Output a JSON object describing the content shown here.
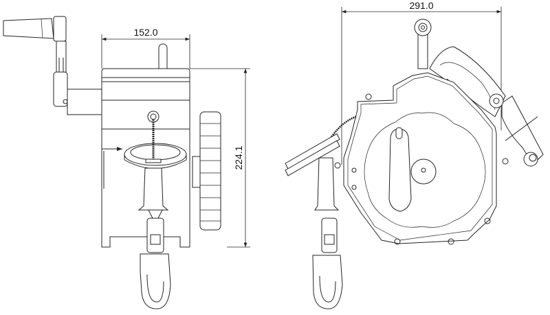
{
  "drawing": {
    "title": "Retractable lifeline — side and front views",
    "dimensions": {
      "side_width": "152.0",
      "side_height": "224.1",
      "front_width": "291.0"
    },
    "colors": {
      "line": "#222222",
      "background": "#ffffff"
    }
  }
}
